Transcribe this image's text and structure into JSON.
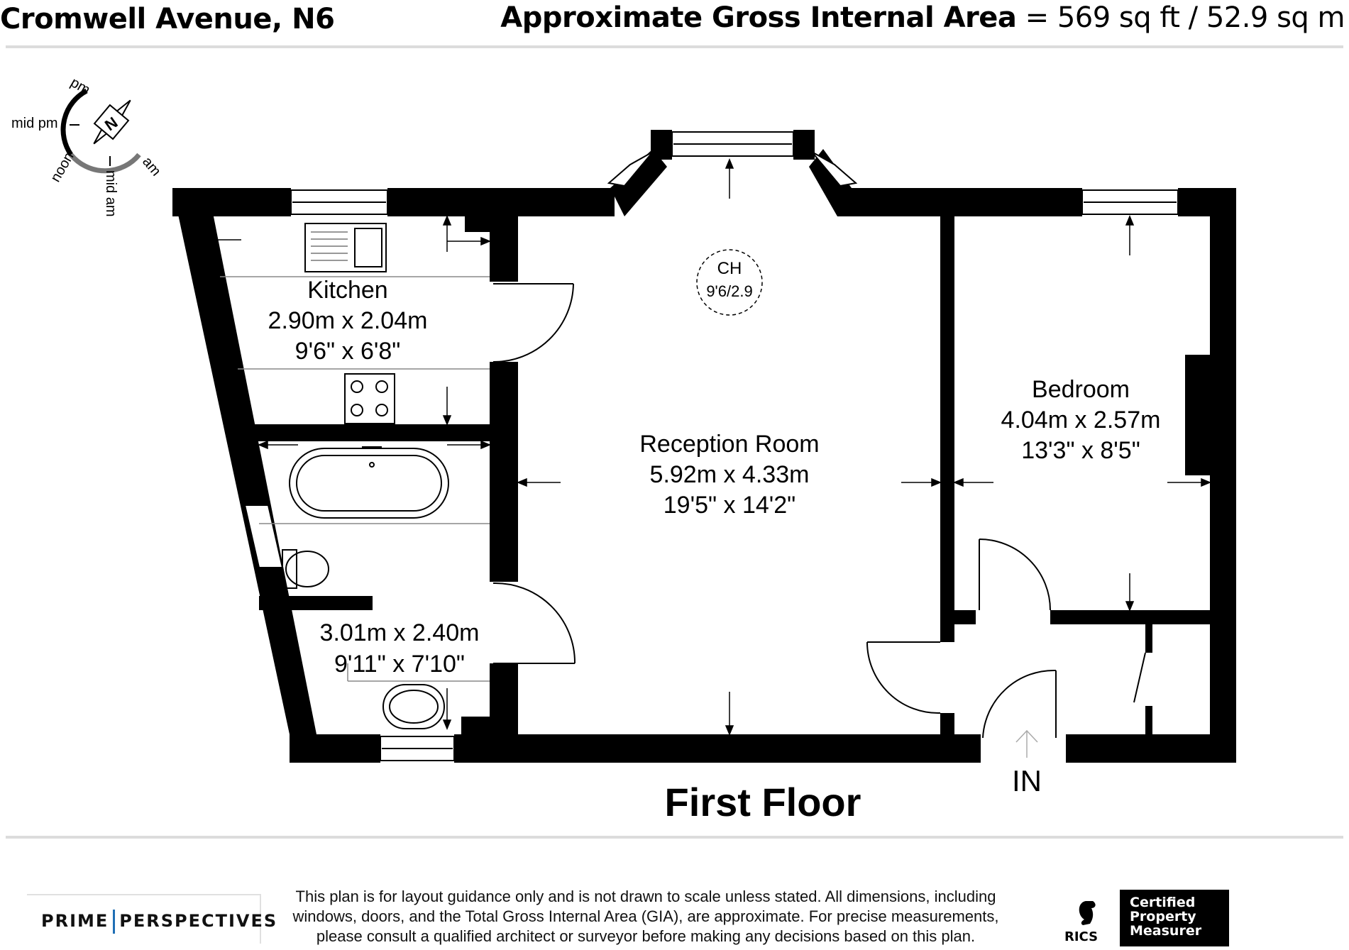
{
  "header": {
    "address": "Cromwell Avenue, N6",
    "gia_label": "Approximate Gross Internal Area",
    "gia_value": " = 569 sq ft / 52.9 sq m"
  },
  "compass": {
    "north": "N",
    "pm": "pm",
    "mid_pm": "mid pm",
    "noon": "noon",
    "mid_am": "mid am",
    "am": "am"
  },
  "rooms": {
    "kitchen": {
      "name": "Kitchen",
      "metric": "2.90m x 2.04m",
      "imperial": "9'6\" x 6'8\""
    },
    "reception": {
      "name": "Reception Room",
      "metric": "5.92m x 4.33m",
      "imperial": "19'5\" x 14'2\""
    },
    "bedroom": {
      "name": "Bedroom",
      "metric": "4.04m x 2.57m",
      "imperial": "13'3\" x 8'5\""
    },
    "bathroom": {
      "metric": "3.01m x 2.40m",
      "imperial": "9'11\" x 7'10\""
    }
  },
  "ceiling_height": {
    "label": "CH",
    "value": "9'6/2.9"
  },
  "entrance_label": "IN",
  "floor_label": "First Floor",
  "footer": {
    "logo_left": "PRIME",
    "logo_right": "PERSPECTIVES",
    "disclaimer_line1": "This plan is for layout guidance only and is not drawn to scale unless stated. All dimensions, including",
    "disclaimer_line2": "windows, doors, and the Total Gross Internal Area (GIA), are approximate. For precise measurements,",
    "disclaimer_line3": "please consult a qualified architect or surveyor before making any decisions based on this plan.",
    "rics": "RICS",
    "cpm_line1": "Certified",
    "cpm_line2": "Property",
    "cpm_line3": "Measurer"
  },
  "colors": {
    "wall": "#000000",
    "rule": "#dcdcdc",
    "brand_accent": "#1f6fb5"
  }
}
